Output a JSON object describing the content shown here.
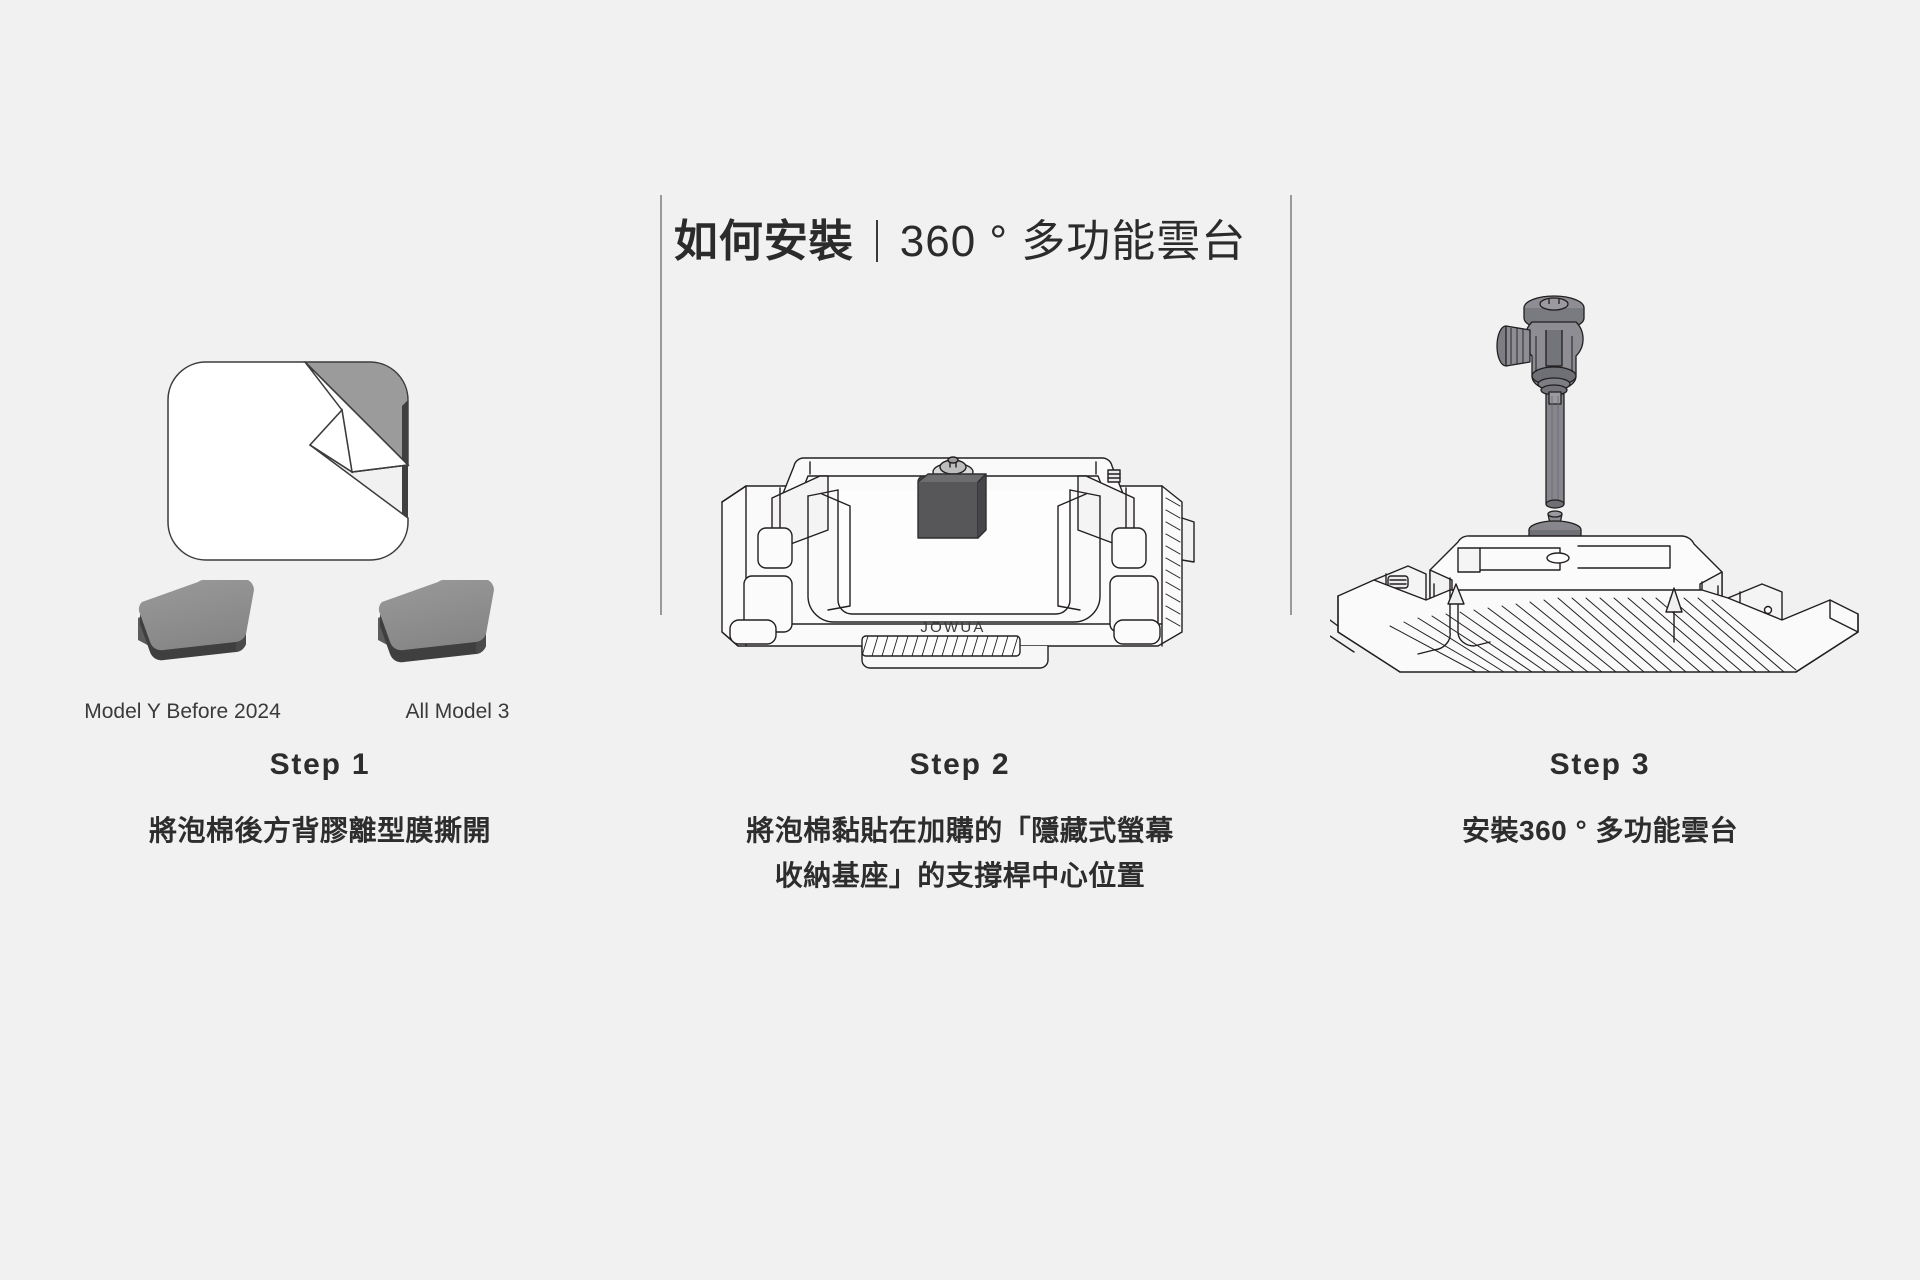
{
  "header": {
    "title_main": "如何安裝",
    "separator": "│",
    "title_sub": "360 ° 多功能雲台"
  },
  "steps": [
    {
      "id": "step-1",
      "label": "Step 1",
      "description_lines": [
        "將泡棉後方背膠離型膜撕開"
      ],
      "illustration": "foam-pad-peel-liner",
      "variant_labels": [
        "Model Y Before 2024",
        "All Model 3"
      ]
    },
    {
      "id": "step-2",
      "label": "Step 2",
      "description_lines": [
        "將泡棉黏貼在加購的「隱藏式螢幕",
        "收納基座」的支撐桿中心位置"
      ],
      "illustration": "hidden-screen-storage-base",
      "brand_text": "JOWUA"
    },
    {
      "id": "step-3",
      "label": "Step 3",
      "description_lines": [
        "安裝360 ° 多功能雲台"
      ],
      "illustration": "ball-head-mount-assembly"
    }
  ],
  "colors": {
    "background": "#f1f1f1",
    "text_primary": "#2d2d2d",
    "text_secondary": "#3a3a3a",
    "line_art": "#231f20",
    "foam_top": "#8c8c8c",
    "foam_side": "#5c5c5c",
    "foam_front": "#3f3f3f",
    "liner_white": "#ffffff",
    "liner_gray": "#9b9b9b",
    "divider": "#9a9a9a",
    "metal_gray": "#8a8a8f",
    "metal_dark": "#5e5e63"
  }
}
